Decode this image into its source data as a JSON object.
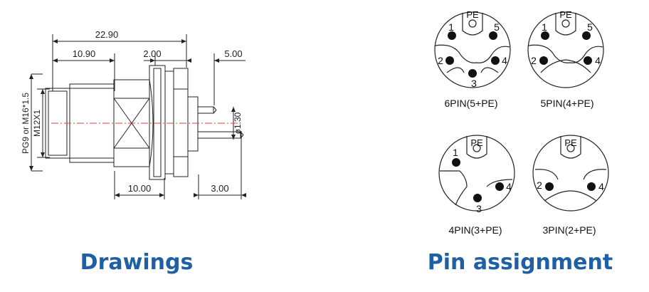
{
  "colors": {
    "caption": "#1f5fa4",
    "line": "#222222",
    "centerline": "#d94040"
  },
  "drawing": {
    "dims": {
      "overall": "22.90",
      "body": "10.90",
      "flange": "2.00",
      "pin_out": "5.00",
      "bottom_left": "10.00",
      "bottom_right": "3.00",
      "pin_dia": "ø1.30",
      "thread_main": "PG9  or  M16*1.5",
      "thread_alt": "M12X1"
    }
  },
  "pins": [
    {
      "label": "6PIN(5+PE)",
      "pe": "PE",
      "numbers": [
        "1",
        "5",
        "2",
        "4",
        "3"
      ]
    },
    {
      "label": "5PIN(4+PE)",
      "pe": "PE",
      "numbers": [
        "1",
        "5",
        "2",
        "4"
      ]
    },
    {
      "label": "4PIN(3+PE)",
      "pe": "PE",
      "numbers": [
        "1",
        "4",
        "3"
      ]
    },
    {
      "label": "3PIN(2+PE)",
      "pe": "PE",
      "numbers": [
        "2",
        "4"
      ]
    }
  ],
  "captions": {
    "left": "Drawings",
    "right": "Pin assignment"
  }
}
